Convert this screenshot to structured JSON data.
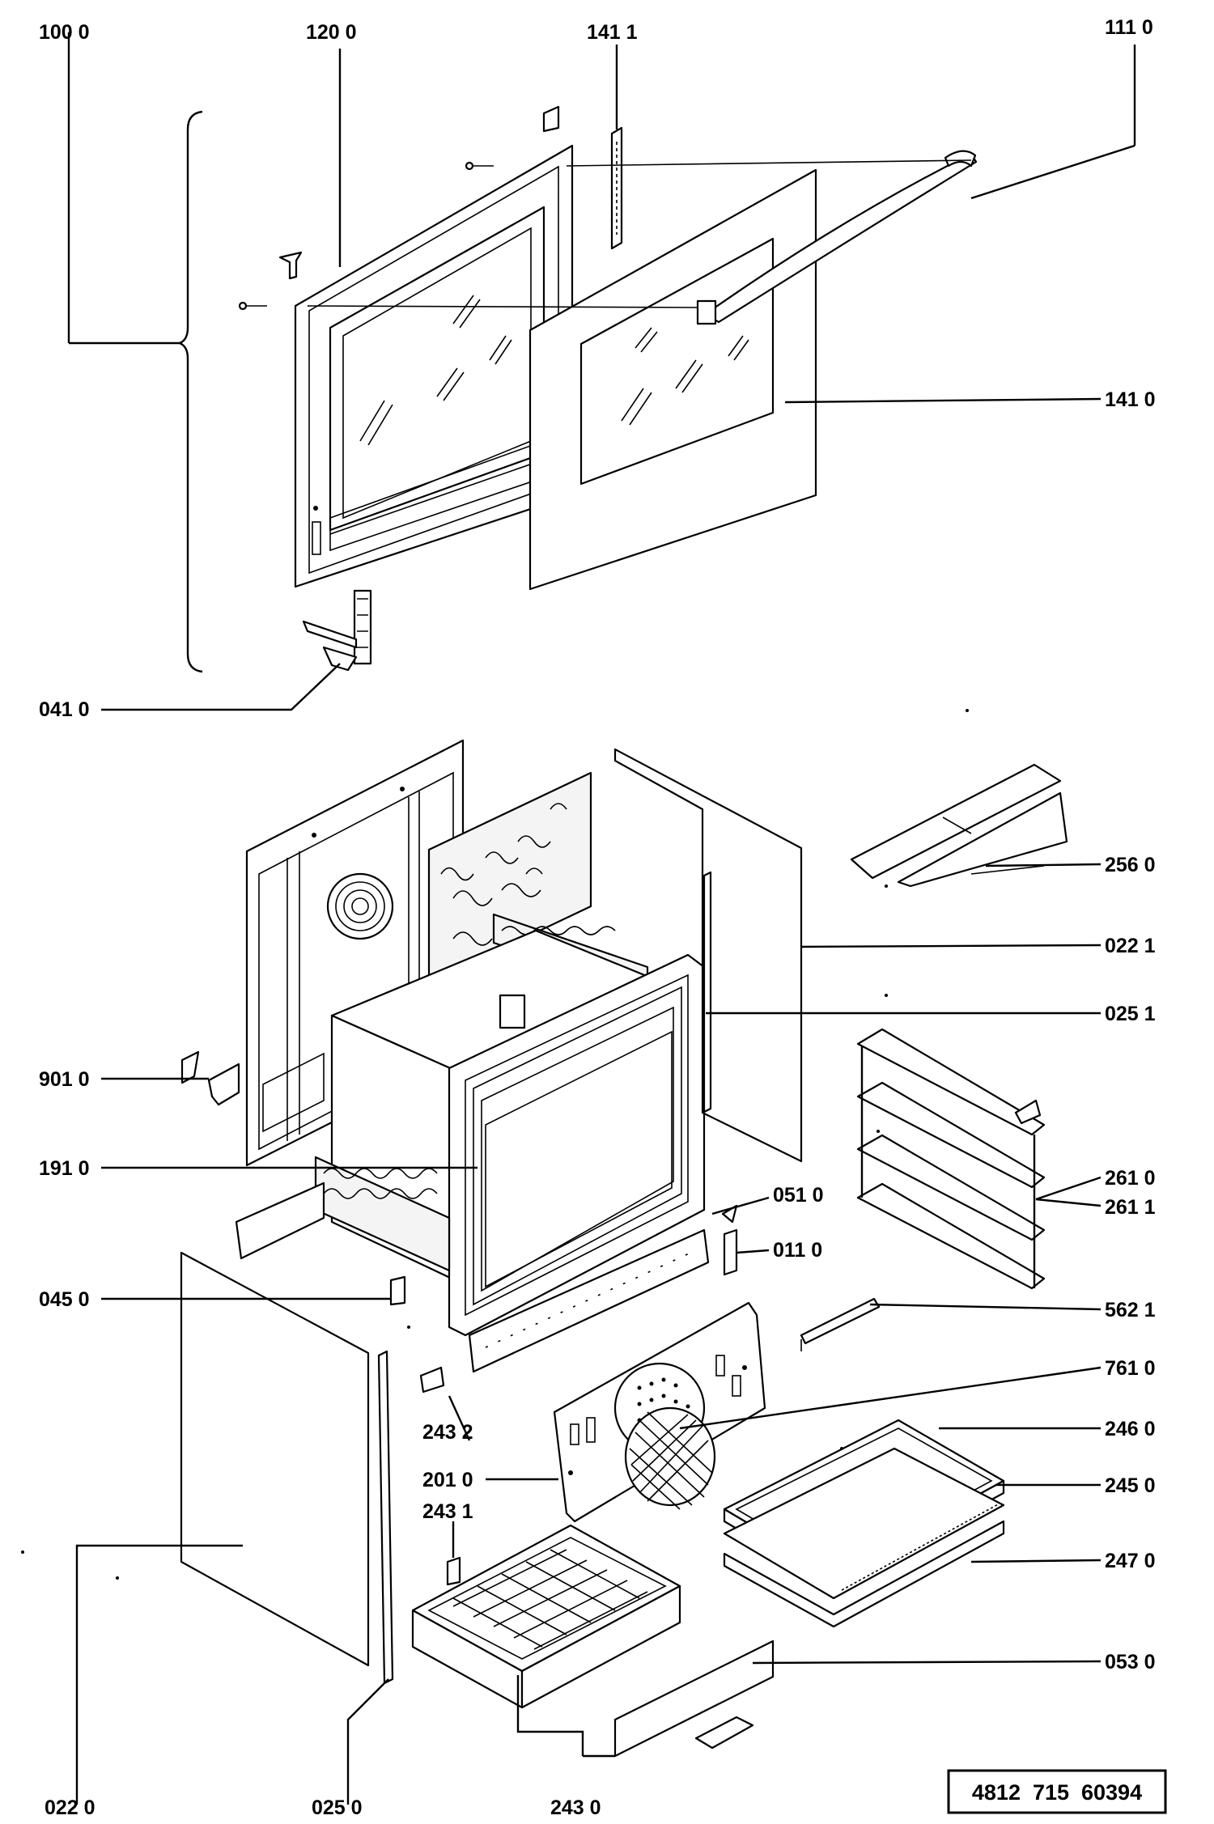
{
  "labels": {
    "l1000": "100 0",
    "l1200": "120 0",
    "l1411": "141 1",
    "l1110": "111 0",
    "l1410": "141 0",
    "l0410": "041 0",
    "l2560": "256 0",
    "l0221": "022 1",
    "l0251": "025 1",
    "l9010": "901 0",
    "l1910": "191 0",
    "l2610": "261 0",
    "l2611": "261 1",
    "l0510": "051 0",
    "l0110": "011 0",
    "l0450": "045 0",
    "l5621": "562 1",
    "l7610": "761 0",
    "l2432": "243 2",
    "l2460": "246 0",
    "l2010": "201 0",
    "l2450": "245 0",
    "l2431": "243 1",
    "l2470": "247 0",
    "l0530": "053 0",
    "l0220": "022 0",
    "l0250": "025 0",
    "l2430": "243 0"
  },
  "footer": {
    "code": "4812  715  60394"
  }
}
